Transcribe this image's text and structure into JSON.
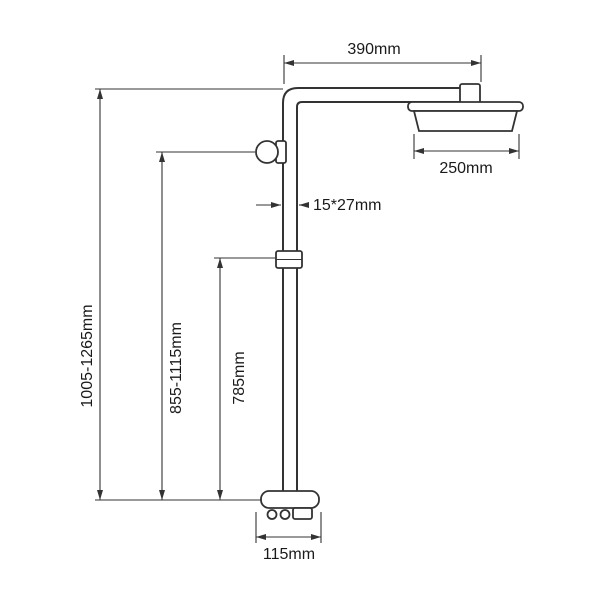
{
  "colors": {
    "line": "#333333",
    "background": "#ffffff"
  },
  "labels": {
    "top_width": "390mm",
    "head_width": "250mm",
    "pipe_profile": "15*27mm",
    "overall_height": "1005-1265mm",
    "bracket_height": "855-1115mm",
    "slider_height": "785mm",
    "base_width": "115mm"
  }
}
